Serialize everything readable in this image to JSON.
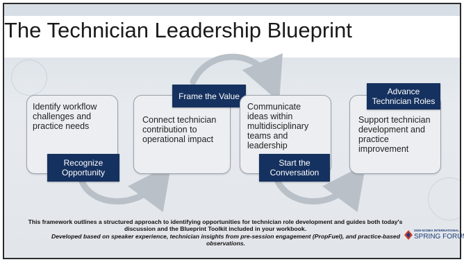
{
  "title": "The Technician Leadership Blueprint",
  "cards": [
    {
      "text": "Identify workflow challenges and practice needs",
      "tag": "Recognize Opportunity"
    },
    {
      "text": "Connect technician contribution to operational impact",
      "tag": "Frame the Value"
    },
    {
      "text": "Communicate ideas within multidisciplinary teams and leadership",
      "tag": "Start the Conversation"
    },
    {
      "text": "Support technician development and practice improvement",
      "tag": "Advance Technician Roles"
    }
  ],
  "footer": {
    "line1": "This framework outlines a structured approach to identifying opportunities for technician role development and guides both today's discussion and the Blueprint Toolkit included in your workbook.",
    "line2": "Developed based on speaker experience, technician insights from pre-session engagement (PropFuel), and practice-based observations."
  },
  "logo": {
    "small": "2026 NCDBA INTERNATIONAL",
    "big": "SPRING FORUM"
  },
  "colors": {
    "accent": "#15315f",
    "card_bg": "#eceef1",
    "arc": "#b9c0c8",
    "logo_red": "#d23a2e",
    "logo_blue": "#1c3d78"
  }
}
